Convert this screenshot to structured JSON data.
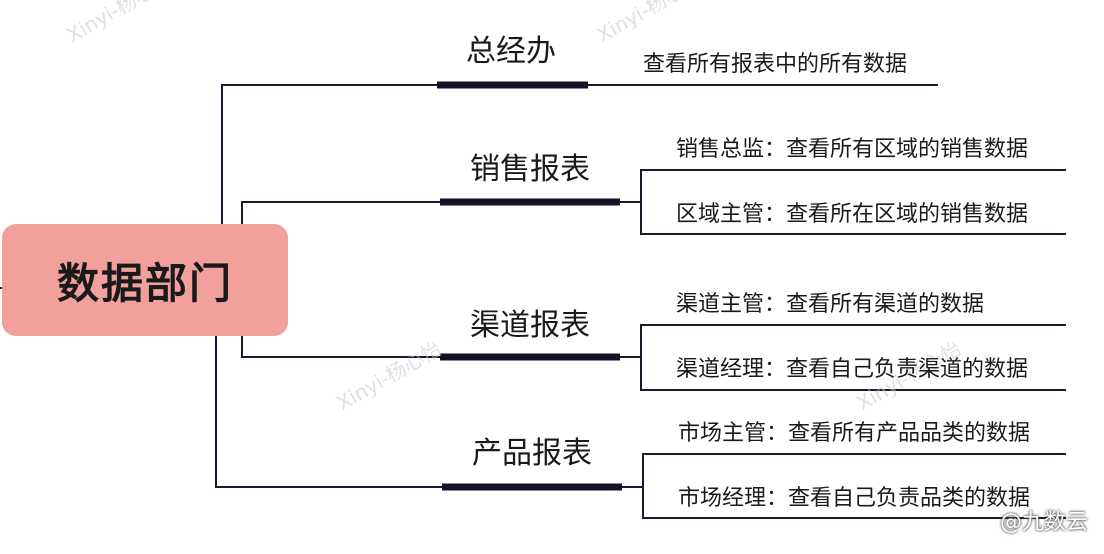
{
  "root": {
    "label": "数据部门"
  },
  "branches": [
    {
      "label": "总经办",
      "leaves": [
        "查看所有报表中的所有数据"
      ]
    },
    {
      "label": "销售报表",
      "leaves": [
        "销售总监：查看所有区域的销售数据",
        "区域主管：查看所在区域的销售数据"
      ]
    },
    {
      "label": "渠道报表",
      "leaves": [
        "渠道主管：查看所有渠道的数据",
        "渠道经理：查看自己负责渠道的数据"
      ]
    },
    {
      "label": "产品报表",
      "leaves": [
        "市场主管：查看所有产品品类的数据",
        "市场经理：查看自己负责品类的数据"
      ]
    }
  ],
  "watermarks": [
    "Xinyi-杨心怡",
    "Xinyi-杨心怡",
    "Xinyi-杨心怡",
    "Xinyi-杨心怡"
  ],
  "brand": "@九数云",
  "colors": {
    "root_fill": "#f2a09b",
    "line": "#1a1a2e",
    "thick_line": "#12122a"
  }
}
